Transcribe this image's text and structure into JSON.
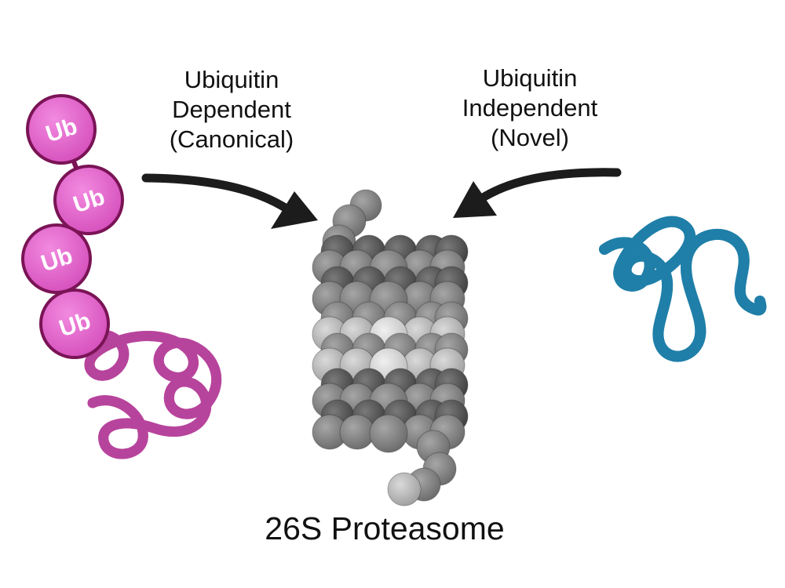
{
  "labels": {
    "dependent": {
      "line1": "Ubiquitin",
      "line2": "Dependent",
      "line3": "(Canonical)"
    },
    "independent": {
      "line1": "Ubiquitin",
      "line2": "Independent",
      "line3": "(Novel)"
    },
    "proteasome": "26S Proteasome"
  },
  "ubiquitin": {
    "label": "Ub",
    "count": 4,
    "fill": "#e66bd0",
    "stroke": "#7a1456"
  },
  "colors": {
    "arrow": "#1c1c1c",
    "substrate_ub": "#d576cf",
    "substrate_free": "#3aa0cd"
  }
}
